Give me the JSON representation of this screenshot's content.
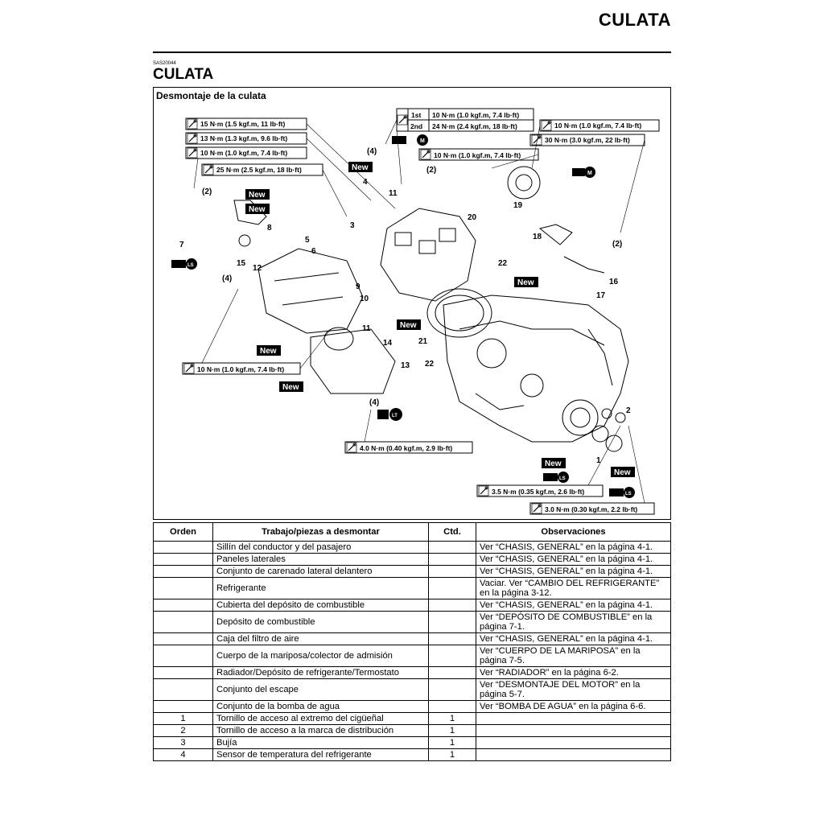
{
  "header": {
    "title": "CULATA",
    "code": "SAS20044",
    "section_title": "CULATA"
  },
  "diagram": {
    "caption": "Desmontaje de la culata",
    "new_label": "New",
    "torques": {
      "t15": "15 N·m (1.5 kgf.m, 11 lb·ft)",
      "t13": "13 N·m (1.3 kgf.m, 9.6 lb·ft)",
      "t10a": "10 N·m (1.0 kgf.m, 7.4 lb·ft)",
      "t25": "25 N·m (2.5 kgf.m, 18 lb·ft)",
      "first_tag": "1st",
      "first": "10 N·m (1.0 kgf.m, 7.4 lb·ft)",
      "second_tag": "2nd",
      "second": "24 N·m (2.4 kgf.m, 18 lb·ft)",
      "t10b": "10 N·m (1.0 kgf.m, 7.4 lb·ft)",
      "t30": "30 N·m (3.0 kgf.m, 22 lb·ft)",
      "t10c": "10 N·m (1.0 kgf.m, 7.4 lb·ft)",
      "t10d": "10 N·m (1.0 kgf.m, 7.4 lb·ft)",
      "t4": "4.0 N·m (0.40 kgf.m, 2.9 lb·ft)",
      "t35": "3.5 N·m (0.35 kgf.m, 2.6 lb·ft)",
      "t30b": "3.0 N·m (0.30 kgf.m, 2.2 lb·ft)"
    },
    "callouts": {
      "n1": "1",
      "n2": "2",
      "n3": "3",
      "n4": "4",
      "n5": "5",
      "n6": "6",
      "n7": "7",
      "n8": "8",
      "n9": "9",
      "n10": "10",
      "n11a": "11",
      "n11b": "11",
      "n12": "12",
      "n13": "13",
      "n14": "14",
      "n15": "15",
      "n16": "16",
      "n17": "17",
      "n18": "18",
      "n19": "19",
      "n20": "20",
      "n21": "21",
      "n22a": "22",
      "n22b": "22",
      "q2a": "(2)",
      "q2b": "(2)",
      "q2c": "(2)",
      "q4a": "(4)",
      "q4b": "(4)",
      "q4c": "(4)"
    },
    "symbols": {
      "ls": "LS",
      "lt": "LT",
      "m": "M"
    }
  },
  "table": {
    "headers": [
      "Orden",
      "Trabajo/piezas a desmontar",
      "Ctd.",
      "Observaciones"
    ],
    "rows": [
      {
        "orden": "",
        "trabajo": "Sillín del conductor y del pasajero",
        "ctd": "",
        "obs": "Ver “CHASIS, GENERAL” en la página 4-1."
      },
      {
        "orden": "",
        "trabajo": "Paneles laterales",
        "ctd": "",
        "obs": "Ver “CHASIS, GENERAL” en la página 4-1."
      },
      {
        "orden": "",
        "trabajo": "Conjunto de carenado lateral delantero",
        "ctd": "",
        "obs": "Ver “CHASIS, GENERAL” en la página 4-1."
      },
      {
        "orden": "",
        "trabajo": "Refrigerante",
        "ctd": "",
        "obs": "Vaciar. Ver “CAMBIO DEL REFRIGERANTE” en la página 3-12."
      },
      {
        "orden": "",
        "trabajo": "Cubierta del depósito de combustible",
        "ctd": "",
        "obs": "Ver “CHASIS, GENERAL” en la página 4-1."
      },
      {
        "orden": "",
        "trabajo": "Depósito de combustible",
        "ctd": "",
        "obs": "Ver “DEPÓSITO DE COMBUSTIBLE” en la página 7-1."
      },
      {
        "orden": "",
        "trabajo": "Caja del filtro de aire",
        "ctd": "",
        "obs": "Ver “CHASIS, GENERAL” en la página 4-1."
      },
      {
        "orden": "",
        "trabajo": "Cuerpo de la mariposa/colector de admisión",
        "ctd": "",
        "obs": "Ver “CUERPO DE LA MARIPOSA” en la página 7-5."
      },
      {
        "orden": "",
        "trabajo": "Radiador/Depósito de refrigerante/Termostato",
        "ctd": "",
        "obs": "Ver “RADIADOR” en la página 6-2."
      },
      {
        "orden": "",
        "trabajo": "Conjunto del escape",
        "ctd": "",
        "obs": "Ver “DESMONTAJE DEL MOTOR” en la página 5-7."
      },
      {
        "orden": "",
        "trabajo": "Conjunto de la bomba de agua",
        "ctd": "",
        "obs": "Ver “BOMBA DE AGUA” en la página 6-6."
      },
      {
        "orden": "1",
        "trabajo": "Tornillo de acceso al extremo del cigüeñal",
        "ctd": "1",
        "obs": ""
      },
      {
        "orden": "2",
        "trabajo": "Tornillo de acceso a la marca de distribución",
        "ctd": "1",
        "obs": ""
      },
      {
        "orden": "3",
        "trabajo": "Bujía",
        "ctd": "1",
        "obs": ""
      },
      {
        "orden": "4",
        "trabajo": "Sensor de temperatura del refrigerante",
        "ctd": "1",
        "obs": ""
      }
    ]
  }
}
